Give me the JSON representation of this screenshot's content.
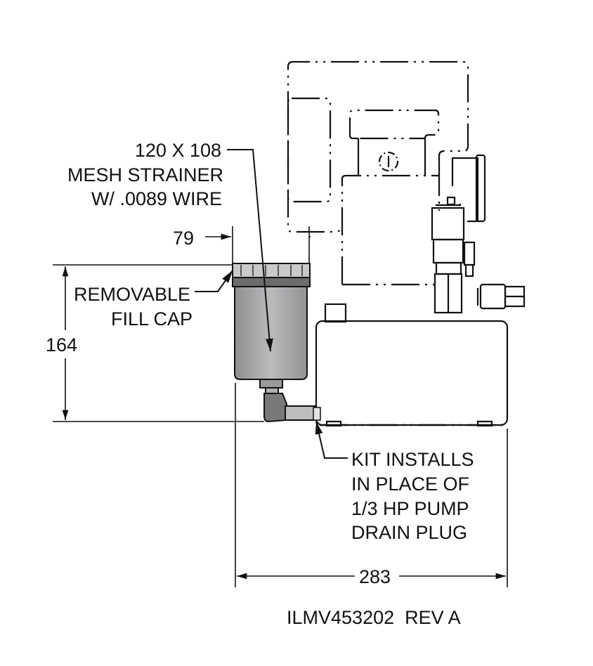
{
  "labels": {
    "strainer": [
      "120 X 108",
      "MESH STRAINER",
      "W/ .0089 WIRE"
    ],
    "fill_cap": [
      "REMOVABLE",
      "FILL CAP"
    ],
    "kit": [
      "KIT INSTALLS",
      "IN PLACE OF",
      "1/3 HP PUMP",
      "DRAIN PLUG"
    ],
    "part_number": "ILMV453202  REV A"
  },
  "dimensions": {
    "width_strainer": "79",
    "height": "164",
    "overall_width": "283"
  },
  "colors": {
    "line": "#111111",
    "strainer_body": "#a4a6a8",
    "cap_band": "#6e6c6a"
  }
}
